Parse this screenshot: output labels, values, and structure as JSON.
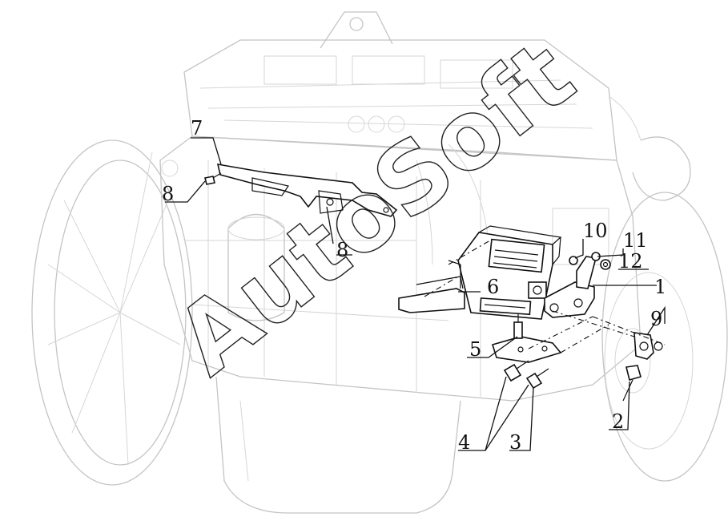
{
  "watermark": "AutoSoft",
  "callouts": [
    "1",
    "2",
    "3",
    "4",
    "5",
    "6",
    "7",
    "8",
    "8",
    "9",
    "10",
    "11",
    "12"
  ]
}
